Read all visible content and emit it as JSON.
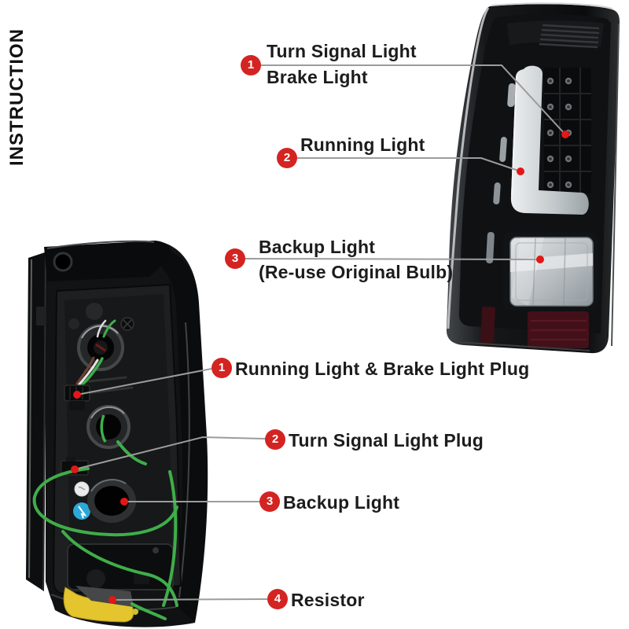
{
  "page": {
    "heading": "INSTRUCTION",
    "background": "#ffffff"
  },
  "colors": {
    "badge_red": "#d42422",
    "marker_red": "#e31717",
    "leader_gray": "#9c9c9c",
    "label_text": "#1c1c1c",
    "light_bar_gray": "#c3c9cc",
    "resistor_yellow": "#e4c52e",
    "wire_green": "#3fae49"
  },
  "front_view": {
    "labels": [
      {
        "num": "1",
        "line1": "Turn Signal Light",
        "line2": "Brake Light"
      },
      {
        "num": "2",
        "line1": "Running Light"
      },
      {
        "num": "3",
        "line1": "Backup Light",
        "line2": "(Re-use Original Bulb)"
      }
    ]
  },
  "back_view": {
    "labels": [
      {
        "num": "1",
        "text": "Running Light & Brake Light Plug"
      },
      {
        "num": "2",
        "text": "Turn Signal Light Plug"
      },
      {
        "num": "3",
        "text": "Backup Light"
      },
      {
        "num": "4",
        "text": "Resistor"
      }
    ]
  }
}
